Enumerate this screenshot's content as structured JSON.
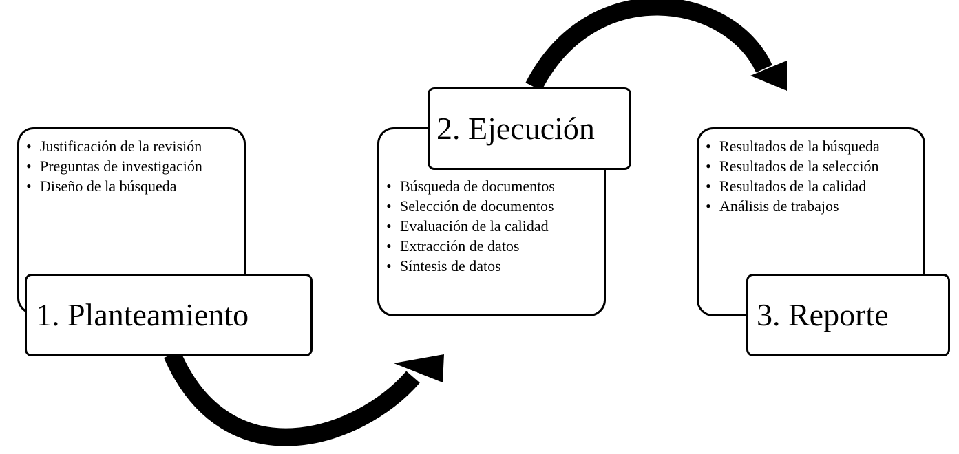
{
  "stages": [
    {
      "title": "1. Planteamiento",
      "items": [
        "Justificación de la revisión",
        "Preguntas de investigación",
        "Diseño de la búsqueda"
      ]
    },
    {
      "title": "2. Ejecución",
      "items": [
        "Búsqueda de documentos",
        "Selección de documentos",
        "Evaluación de la calidad",
        "Extracción de datos",
        "Síntesis de datos"
      ]
    },
    {
      "title": "3. Reporte",
      "items": [
        "Resultados de la búsqueda",
        "Resultados de la selección",
        "Resultados de la calidad",
        "Análisis de trabajos"
      ]
    }
  ],
  "colors": {
    "stroke": "#000000",
    "fill": "#ffffff"
  }
}
